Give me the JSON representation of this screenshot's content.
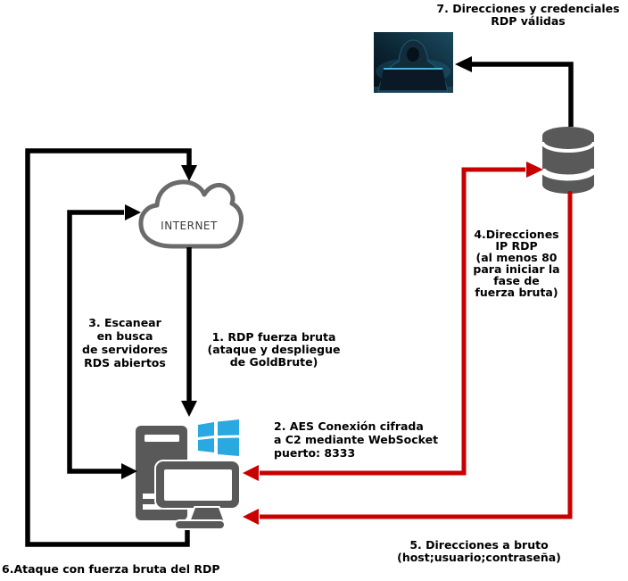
{
  "diagram_title": "GoldBrute RDP brute-force botnet flow",
  "labels": {
    "step1": "1. RDP fuerza bruta\n(ataque y despliegue\nde GoldBrute)",
    "step2": "2. AES Conexión cifrada\na C2 mediante WebSocket\npuerto: 8333",
    "step3": "3. Escanear\nen busca\nde servidores\nRDS abiertos",
    "step4": "4.Direcciones\nIP RDP\n(al menos 80\npara iniciar la\nfase de\nfuerza bruta)",
    "step5": "5. Direcciones a bruto\n(host;usuario;contraseña)",
    "step6": "6.Ataque con fuerza bruta del RDP",
    "step7": "7. Direcciones y credenciales\nRDP válidas",
    "internet": "INTERNET"
  },
  "icons": {
    "internet": "cloud-outline-icon",
    "c2_server": "database-cylinder-icon",
    "bot_computer": "desktop-pc-with-monitor-icon",
    "os": "windows-flag-icon",
    "attacker": "hooded-hacker-photo"
  },
  "flows": [
    {
      "id": "step1",
      "color": "black",
      "from": "internet",
      "to": "bot_computer"
    },
    {
      "id": "step2_step4",
      "color": "red",
      "from": "bot_computer",
      "to": "c2_server",
      "bidirectional": true
    },
    {
      "id": "step3",
      "color": "black",
      "from": "bot_computer",
      "to": "internet"
    },
    {
      "id": "step5",
      "color": "red",
      "from": "c2_server",
      "to": "bot_computer"
    },
    {
      "id": "step6",
      "color": "black",
      "from": "bot_computer",
      "to": "internet"
    },
    {
      "id": "step7",
      "color": "black",
      "from": "c2_server",
      "to": "attacker"
    }
  ],
  "colors": {
    "black": "#000000",
    "red": "#c80000",
    "dark_gray": "#595959",
    "cloud_gray": "#6b6b6b",
    "win_blue": "#29a9e0"
  }
}
